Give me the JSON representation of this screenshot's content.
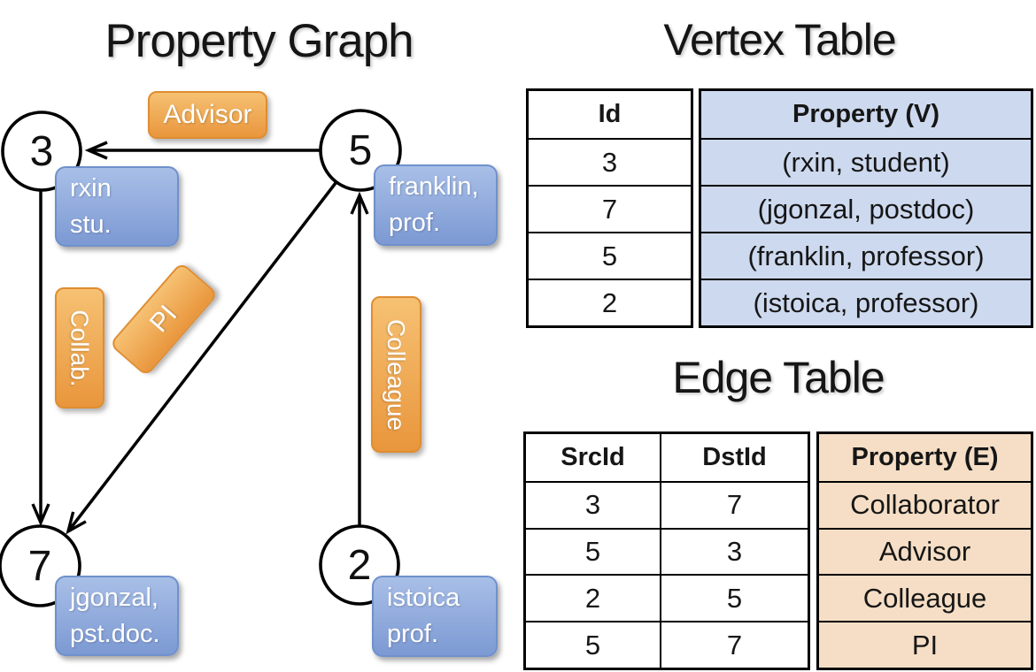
{
  "graph": {
    "title": "Property Graph",
    "nodes": [
      {
        "id": "3",
        "label_line1": "rxin",
        "label_line2": "stu."
      },
      {
        "id": "5",
        "label_line1": "franklin,",
        "label_line2": "prof."
      },
      {
        "id": "7",
        "label_line1": "jgonzal,",
        "label_line2": "pst.doc."
      },
      {
        "id": "2",
        "label_line1": "istoica",
        "label_line2": "prof."
      }
    ],
    "edge_labels": [
      {
        "label": "Advisor",
        "from": "5",
        "to": "3"
      },
      {
        "label": "Collab.",
        "from": "3",
        "to": "7"
      },
      {
        "label": "PI",
        "from": "5",
        "to": "7"
      },
      {
        "label": "Colleague",
        "from": "2",
        "to": "5"
      }
    ]
  },
  "vertex_table": {
    "title": "Vertex Table",
    "headers": {
      "id": "Id",
      "property": "Property (V)"
    },
    "rows": [
      {
        "id": "3",
        "property": "(rxin, student)"
      },
      {
        "id": "7",
        "property": "(jgonzal, postdoc)"
      },
      {
        "id": "5",
        "property": "(franklin, professor)"
      },
      {
        "id": "2",
        "property": "(istoica, professor)"
      }
    ]
  },
  "edge_table": {
    "title": "Edge Table",
    "headers": {
      "src": "SrcId",
      "dst": "DstId",
      "property": "Property (E)"
    },
    "rows": [
      {
        "src": "3",
        "dst": "7",
        "property": "Collaborator"
      },
      {
        "src": "5",
        "dst": "3",
        "property": "Advisor"
      },
      {
        "src": "2",
        "dst": "5",
        "property": "Colleague"
      },
      {
        "src": "5",
        "dst": "7",
        "property": "PI"
      }
    ]
  },
  "colors": {
    "edge_accent": "#eda04a",
    "vertex_accent": "#8aa8dc",
    "vertex_cell_bg": "#cdd9ee",
    "edge_cell_bg": "#f5dec5",
    "line": "#000000"
  }
}
